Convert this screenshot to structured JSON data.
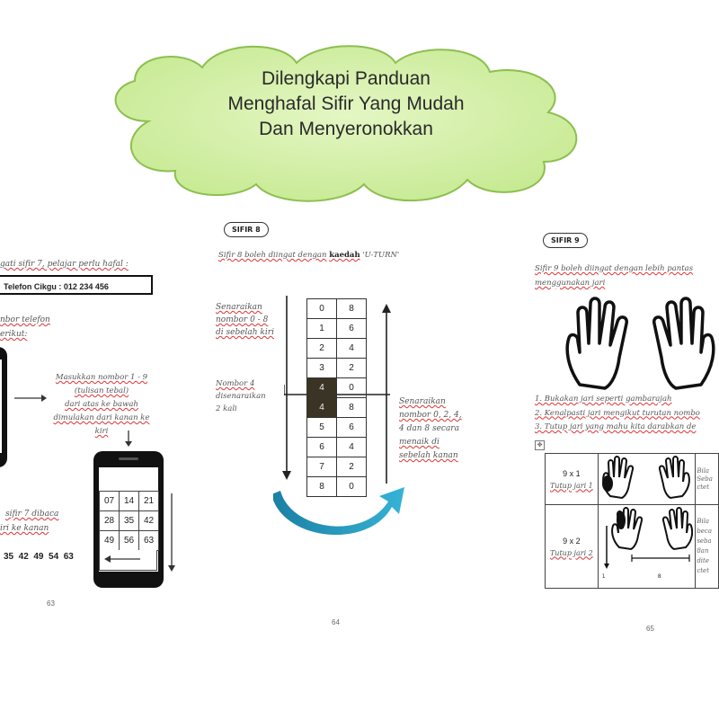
{
  "banner": {
    "line1": "Dilengkapi Panduan",
    "line2": "Menghafal Sifir Yang Mudah",
    "line3": "Dan Menyeronokkan"
  },
  "page63": {
    "intro": "gati sifir 7, pelajar perlu hafal :",
    "phone_box": "Telefon Cikgu : 012 234 456",
    "left_note1": "nbor telefon",
    "left_note2": "erikut:",
    "instruction1": "Masukkan nombor 1 - 9",
    "instruction2": "(tulisan tebal)",
    "instruction3": "dari atas ke bawah",
    "instruction4": "dimulakan dari kanan ke kiri",
    "grid": [
      [
        "07",
        "14",
        "21"
      ],
      [
        "28",
        "35",
        "42"
      ],
      [
        "49",
        "56",
        "63"
      ]
    ],
    "bottom_note1": "sifir 7 dibaca",
    "bottom_note2": "iri ke kanan",
    "sequence": "35  42  49  54  63",
    "page_number": "63"
  },
  "page64": {
    "badge": "SIFIR 8",
    "intro_a": "Sifir 8 boleh diingat dengan",
    "intro_b": "kaedah",
    "intro_c": "'U-TURN'",
    "left_note1": "Senaraikan",
    "left_note2": "nombor 0 - 8",
    "left_note3": "di sebelah kiri",
    "left_note4": "Nombor 4",
    "left_note5": "disenaraikan",
    "left_note6": "2 kali",
    "right_note1": "Senaraikan",
    "right_note2": "nombor 0, 2, 4,",
    "right_note3": "4 dan 8 secara",
    "right_note4": "menaik di",
    "right_note5": "sebelah kanan",
    "table": [
      [
        "0",
        "8"
      ],
      [
        "1",
        "6"
      ],
      [
        "2",
        "4"
      ],
      [
        "3",
        "2"
      ],
      [
        "4",
        "0"
      ],
      [
        "4",
        "8"
      ],
      [
        "5",
        "6"
      ],
      [
        "6",
        "4"
      ],
      [
        "7",
        "2"
      ],
      [
        "8",
        "0"
      ]
    ],
    "page_number": "64"
  },
  "page65": {
    "badge": "SIFIR 9",
    "intro1": "Sifir 9 boleh diingat dengan lebih pantas",
    "intro2": "menggunakan jari",
    "step1": "1. Bukakan jari seperti gambarajah",
    "step2": "2. Kenalpasti jari mengikut turutan nombo",
    "step3": "3. Tutup jari yang mahu kita darabkan de",
    "row1_label": "9 x 1",
    "row1_sub": "Tutup jari 1",
    "row2_label": "9 x 2",
    "row2_sub": "Tutup jari 2",
    "row1_side": [
      "Bila",
      "Seba",
      "ctet"
    ],
    "row2_side": [
      "Bila",
      "beca",
      "seba",
      "8an",
      "dite",
      "ctet"
    ],
    "tick1": "1",
    "tick2": "8",
    "page_number": "65"
  }
}
